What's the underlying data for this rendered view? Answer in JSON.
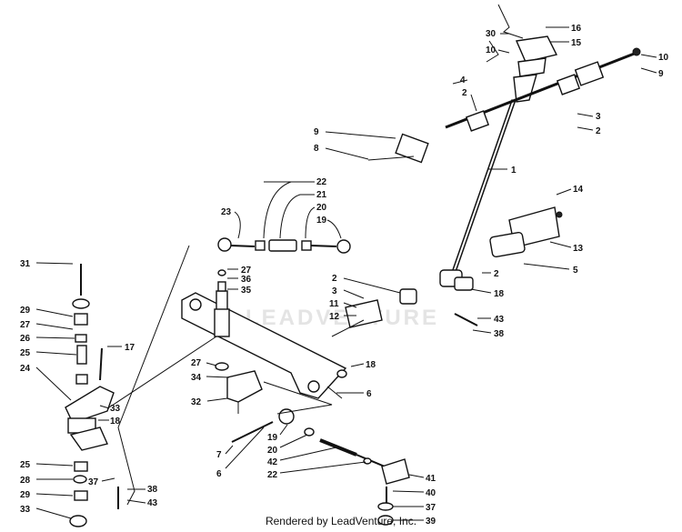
{
  "watermark_text": "LEADVENTURE",
  "footer": "Rendered by LeadVenture, Inc.",
  "callouts": [
    "30",
    "16",
    "15",
    "10",
    "10",
    "9",
    "4",
    "2",
    "3",
    "2",
    "9",
    "8",
    "1",
    "14",
    "13",
    "5",
    "2",
    "18",
    "22",
    "21",
    "20",
    "19",
    "23",
    "2",
    "3",
    "11",
    "12",
    "43",
    "38",
    "27",
    "36",
    "35",
    "31",
    "29",
    "27",
    "26",
    "25",
    "17",
    "24",
    "27",
    "34",
    "18",
    "6",
    "32",
    "33",
    "18",
    "19",
    "20",
    "42",
    "22",
    "7",
    "6",
    "25",
    "28",
    "37",
    "29",
    "33",
    "38",
    "43",
    "41",
    "40",
    "37",
    "39"
  ]
}
